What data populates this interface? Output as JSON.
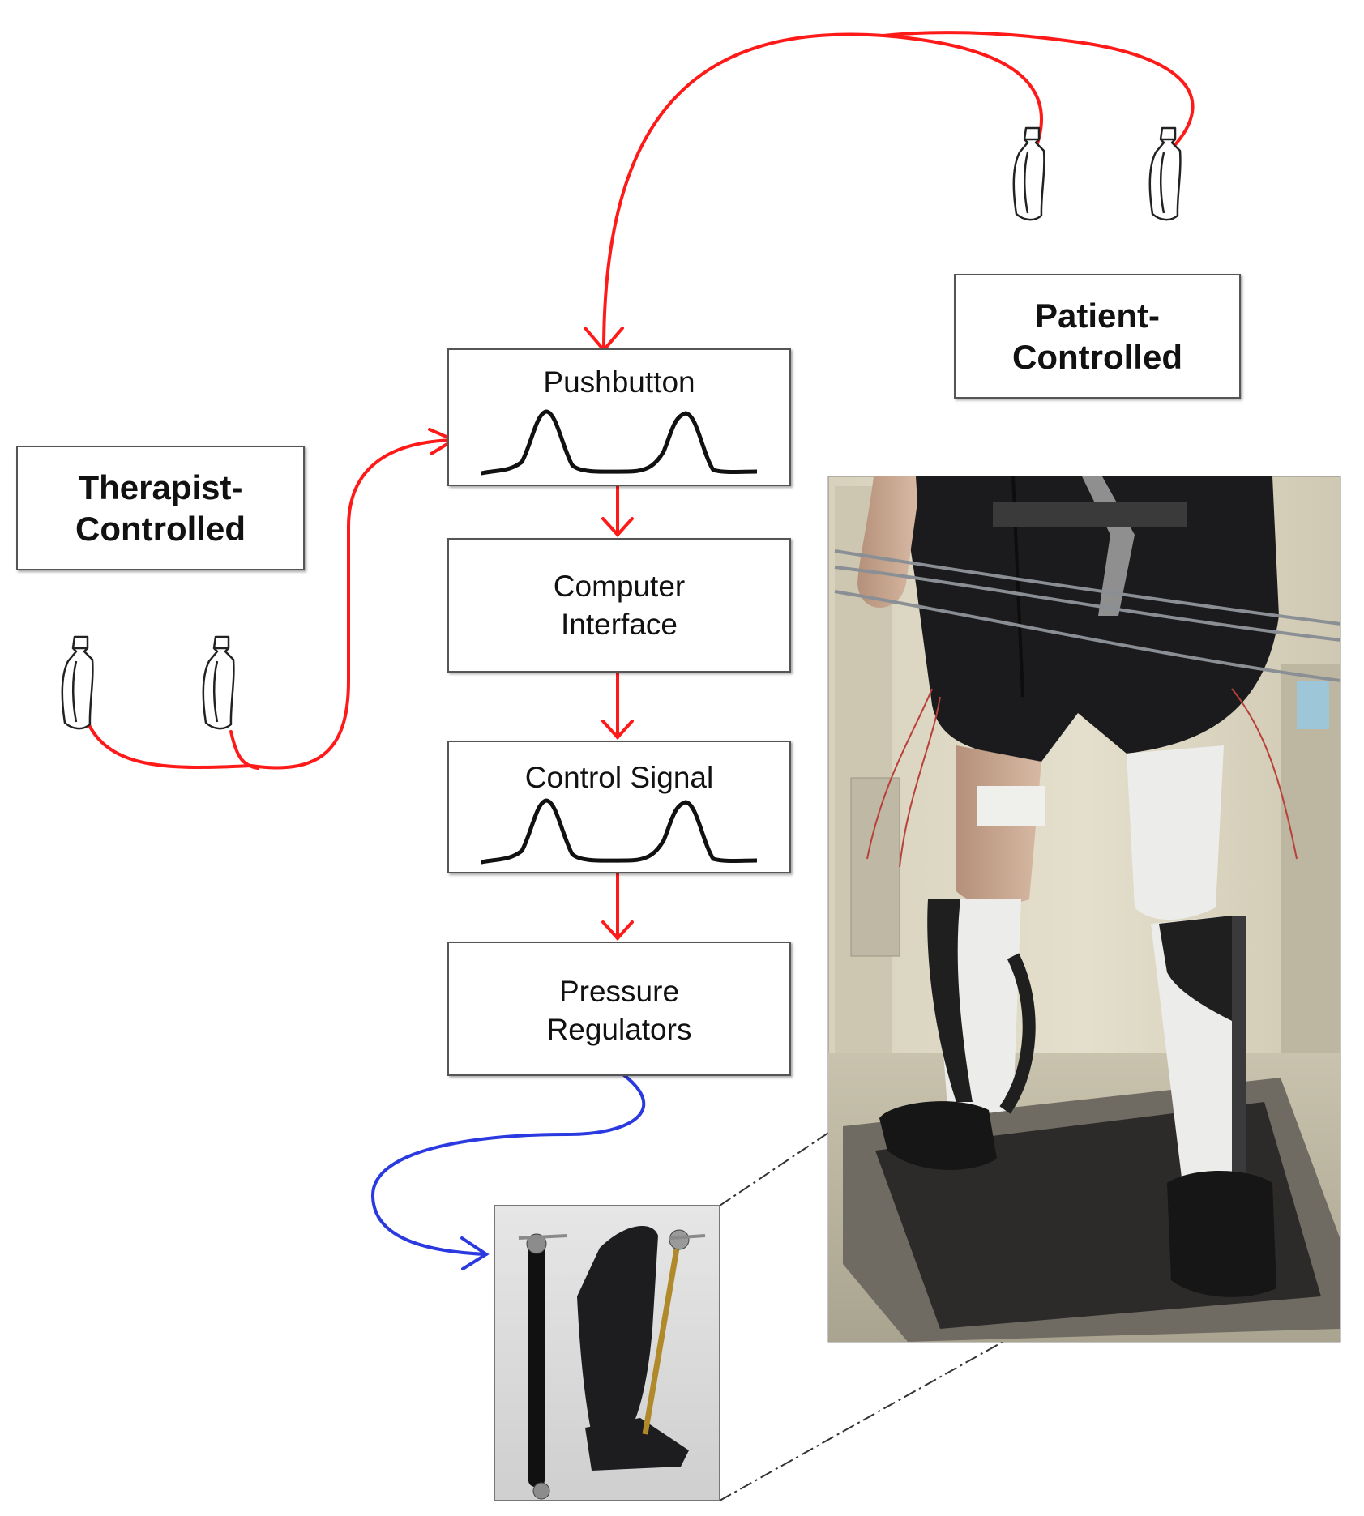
{
  "colors": {
    "signal_wire": "#ff1a1a",
    "pneumatic_line": "#2a3ae0",
    "box_border": "#555555",
    "waveform": "#111111",
    "zoom_line": "#333333"
  },
  "labels": {
    "patient": [
      "Patient-",
      "Controlled"
    ],
    "therapist": [
      "Therapist-",
      "Controlled"
    ]
  },
  "blocks": {
    "pushbutton": {
      "title": "Pushbutton",
      "icon": "double-peak-waveform"
    },
    "computer_interface": {
      "lines": [
        "Computer",
        "Interface"
      ]
    },
    "control_signal": {
      "title": "Control Signal",
      "icon": "double-peak-waveform"
    },
    "pressure_regulators": {
      "lines": [
        "Pressure",
        "Regulators"
      ]
    }
  },
  "icons": {
    "hand_controller": "handheld-pushbutton-icon"
  },
  "images": {
    "orthosis_closeup": "powered-ankle-foot-orthosis-photo",
    "treadmill_photo": "patient-walking-on-treadmill-photo"
  }
}
